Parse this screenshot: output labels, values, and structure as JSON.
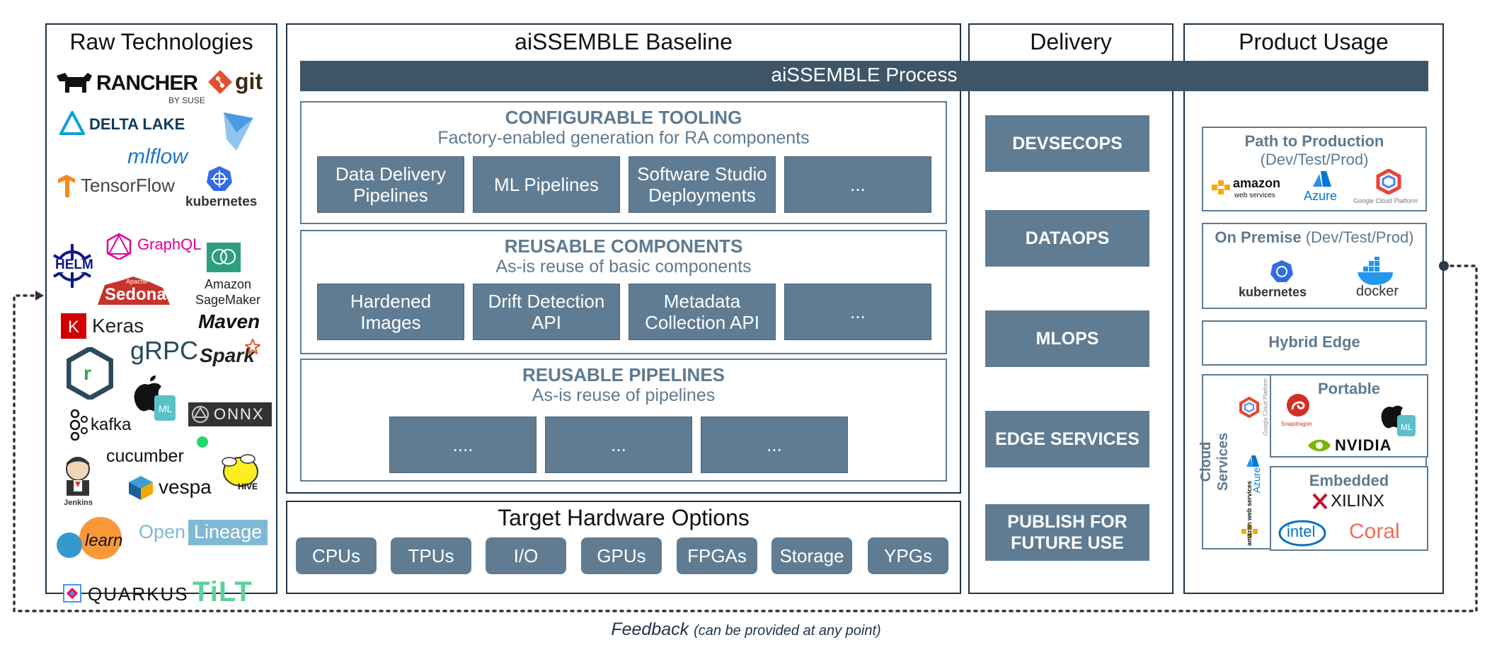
{
  "raw": {
    "title": "Raw Technologies",
    "logos": {
      "rancher": "RANCHER",
      "rancher_sub": "BY SUSE",
      "git": "git",
      "deltalake": "DELTA LAKE",
      "mlflow": "mlflow",
      "tensorflow": "TensorFlow",
      "kubernetes": "kubernetes",
      "graphql": "GraphQL",
      "helm": "HELM",
      "sedona_small": "Apache",
      "sedona": "Sedona",
      "sagemaker": "Amazon\nSageMaker",
      "keras": "Keras",
      "maven": "Maven",
      "grpc": "gRPC",
      "spark": "Spark",
      "kafka": "kafka",
      "onnx": "ONNX",
      "cucumber": "cucumber",
      "jenkins": "Jenkins",
      "vespa": "vespa",
      "hive": "HIVE",
      "sklearn": "learn",
      "openlineage_a": "Open",
      "openlineage_b": "Lineage",
      "quarkus": "QUARKUS",
      "tilt": "TiLT"
    }
  },
  "baseline": {
    "title": "aiSSEMBLE Baseline",
    "process": "aiSSEMBLE Process",
    "configurable": {
      "title": "CONFIGURABLE TOOLING",
      "subtitle": "Factory-enabled generation for RA components",
      "tiles": [
        "Data Delivery\nPipelines",
        "ML Pipelines",
        "Software Studio\nDeployments",
        "..."
      ]
    },
    "components": {
      "title": "REUSABLE COMPONENTS",
      "subtitle": "As-is reuse of basic components",
      "tiles": [
        "Hardened\nImages",
        "Drift Detection\nAPI",
        "Metadata\nCollection API",
        "..."
      ]
    },
    "pipelines": {
      "title": "REUSABLE PIPELINES",
      "subtitle": "As-is reuse of pipelines",
      "tiles": [
        "....",
        "...",
        "..."
      ]
    }
  },
  "hardware": {
    "title": "Target Hardware Options",
    "items": [
      "CPUs",
      "TPUs",
      "I/O",
      "GPUs",
      "FPGAs",
      "Storage",
      "YPGs"
    ]
  },
  "delivery": {
    "title": "Delivery",
    "items": [
      "DEVSECOPS",
      "DATAOPS",
      "MLOPS",
      "EDGE SERVICES",
      "PUBLISH FOR\nFUTURE USE"
    ]
  },
  "usage": {
    "title": "Product Usage",
    "path": {
      "title": "Path to Production",
      "subtitle": "(Dev/Test/Prod)",
      "aws": "amazon",
      "aws_sub": "web services",
      "azure": "Azure",
      "gcp": "Google Cloud Platform"
    },
    "onprem": {
      "title": "On Premise",
      "subtitle": "(Dev/Test/Prod)",
      "kubernetes": "kubernetes",
      "docker": "docker"
    },
    "hybrid": "Hybrid Edge",
    "cloud_services": "Cloud\nServices",
    "cloud_azure": "Azure",
    "cloud_aws": "amazon web services",
    "cloud_gcp": "Google Cloud Platform",
    "portable": {
      "title": "Portable",
      "snapdragon": "Snapdragon",
      "nvidia": "NVIDIA"
    },
    "embedded": {
      "title": "Embedded",
      "xilinx": "XILINX",
      "intel": "intel",
      "coral": "Coral"
    }
  },
  "feedback": {
    "label": "Feedback",
    "note": "(can be provided at any point)"
  }
}
